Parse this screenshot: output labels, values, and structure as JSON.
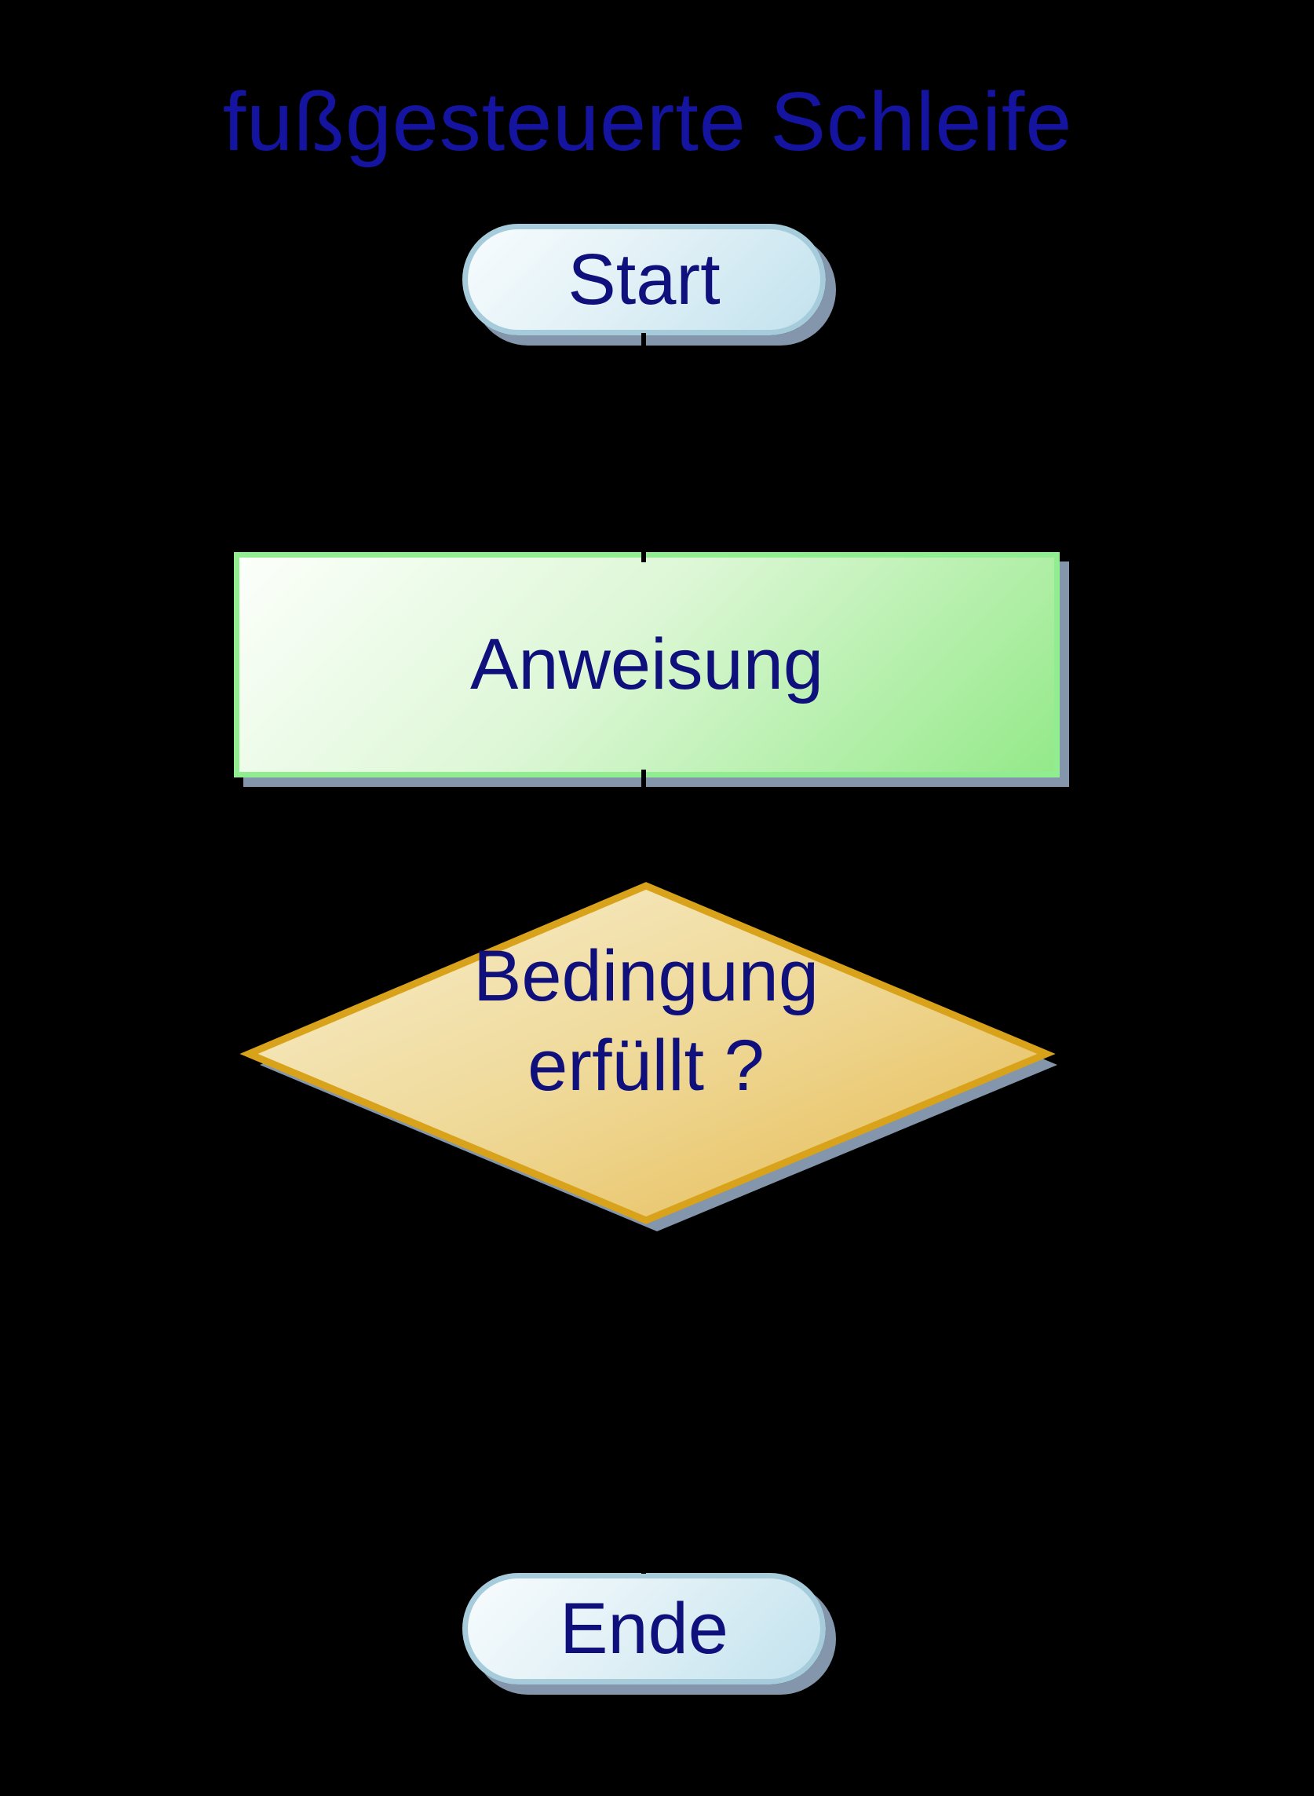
{
  "title": {
    "text": "fußgesteuerte Schleife"
  },
  "nodes": {
    "start": {
      "type": "terminator",
      "label": "Start"
    },
    "process": {
      "type": "process",
      "label": "Anweisung"
    },
    "decision": {
      "type": "decision",
      "label_line1": "Bedingung",
      "label_line2": "erfüllt ?"
    },
    "end": {
      "type": "terminator",
      "label": "Ende"
    }
  },
  "connectors": [
    {
      "from": "start",
      "to": "process",
      "label": ""
    },
    {
      "from": "process",
      "to": "decision",
      "label": ""
    },
    {
      "from": "decision",
      "to": "end",
      "label": ""
    }
  ],
  "colors": {
    "background": "#000000",
    "title_text": "#1414a0",
    "node_text": "#10107d",
    "terminator_border": "#a6cbda",
    "terminator_fill_from": "#f8fcfe",
    "terminator_fill_to": "#c2e2ee",
    "process_border": "#90ee90",
    "process_fill_from": "#fcfffb",
    "process_fill_to": "#94e989",
    "decision_border": "#d9a21b",
    "decision_fill_from": "#f8efcf",
    "decision_fill_to": "#e5b94f",
    "shadow": "#8496ab",
    "connector_line": "#000000"
  }
}
